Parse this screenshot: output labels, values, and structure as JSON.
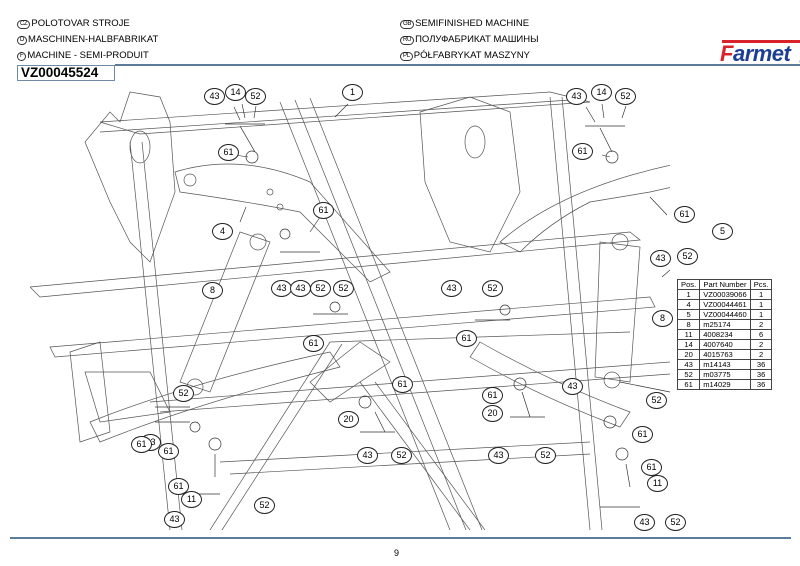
{
  "header": {
    "left": [
      {
        "lang": "CZ",
        "text": "POLOTOVAR STROJE"
      },
      {
        "lang": "D",
        "text": "MASCHINEN-HALBFABRIKAT"
      },
      {
        "lang": "F",
        "text": "MACHINE - SEMI-PRODUIT"
      }
    ],
    "right": [
      {
        "lang": "GB",
        "text": "SEMIFINISHED MACHINE"
      },
      {
        "lang": "RU",
        "text": "ПОЛУФАБРИКАТ МАШИНЫ"
      },
      {
        "lang": "PL",
        "text": "PÓŁFABRYKAT MASZYNY"
      }
    ],
    "document_code": "VZ00045524",
    "logo": {
      "text_first": "F",
      "text_rest": "armet",
      "reg": "®",
      "brand_blue": "#1c3f94",
      "brand_red": "#d9232a"
    }
  },
  "parts_table": {
    "headers": [
      "Pos.",
      "Part Number",
      "Pcs."
    ],
    "rows": [
      [
        "1",
        "VZ00039066",
        "1"
      ],
      [
        "4",
        "VZ00044461",
        "1"
      ],
      [
        "5",
        "VZ00044460",
        "1"
      ],
      [
        "8",
        "m25174",
        "2"
      ],
      [
        "11",
        "4008234",
        "6"
      ],
      [
        "14",
        "4007640",
        "2"
      ],
      [
        "20",
        "4015763",
        "2"
      ],
      [
        "43",
        "m14143",
        "36"
      ],
      [
        "52",
        "m03775",
        "36"
      ],
      [
        "61",
        "m14029",
        "36"
      ]
    ]
  },
  "callouts": [
    "43",
    "14",
    "52",
    "1",
    "61",
    "4",
    "61",
    "8",
    "43",
    "52",
    "43",
    "52",
    "61",
    "43",
    "14",
    "52",
    "61",
    "61",
    "5",
    "52",
    "43",
    "43",
    "52",
    "61",
    "8",
    "52",
    "43",
    "61",
    "20",
    "43",
    "52",
    "61",
    "20",
    "43",
    "52",
    "43",
    "52",
    "61",
    "61",
    "61",
    "11",
    "43",
    "52",
    "61",
    "11",
    "43",
    "52",
    "61",
    "43",
    "43",
    "52"
  ],
  "footer": {
    "page_number": "9"
  }
}
